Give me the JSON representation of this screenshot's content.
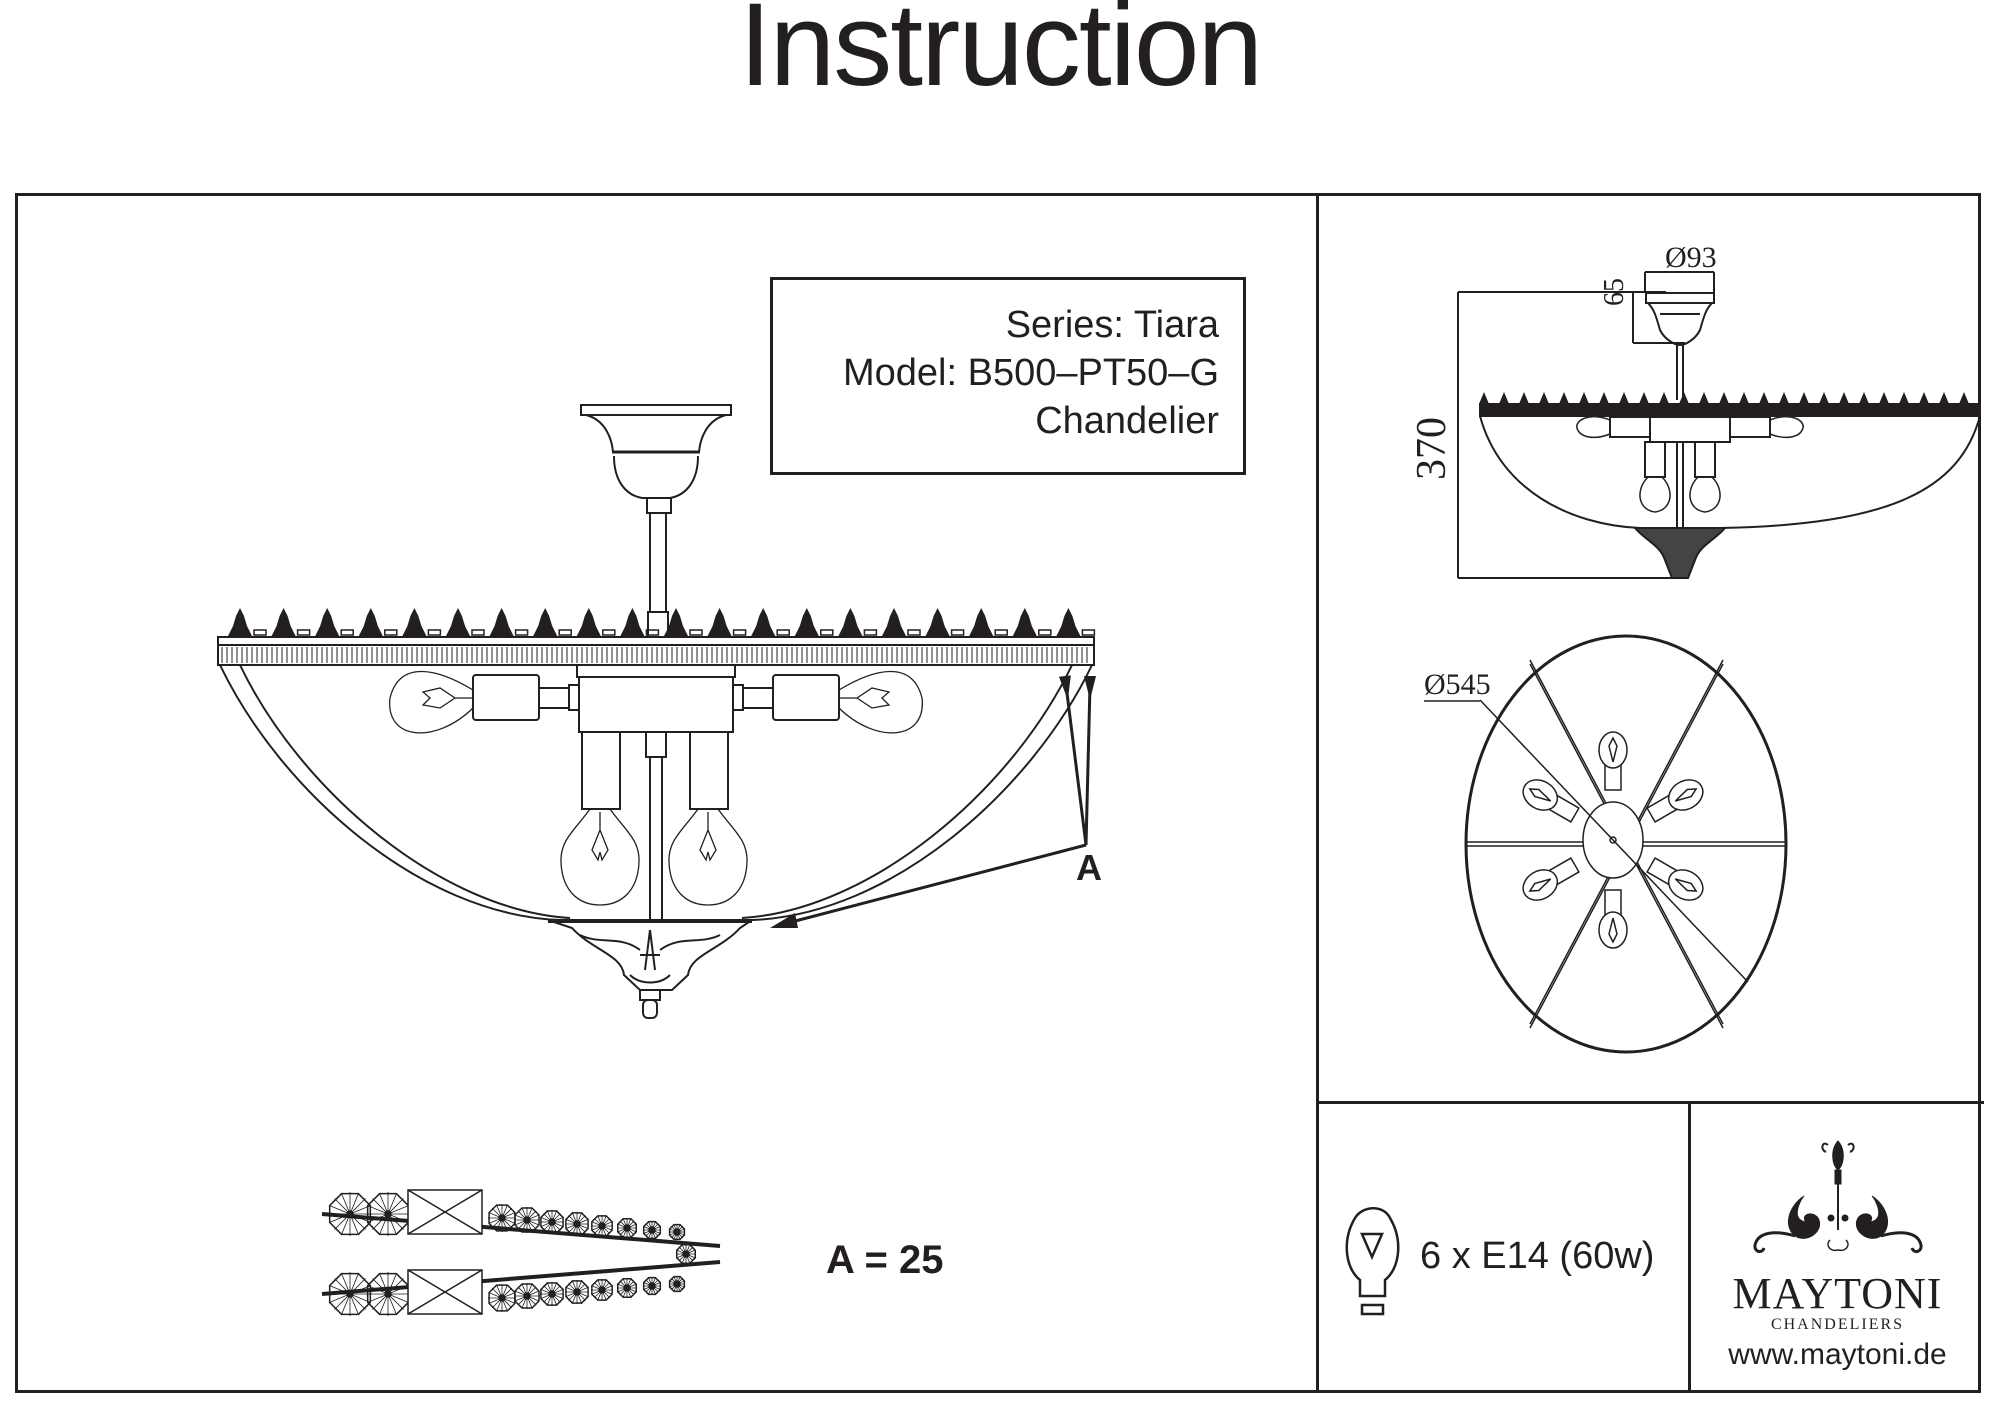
{
  "document": {
    "title": "Instruction"
  },
  "product": {
    "series_line": "Series: Tiara",
    "model_line": "Model: B500–PT50–G",
    "type_line": "Chandelier"
  },
  "front_view": {
    "callout_label": "A"
  },
  "crystal_strand": {
    "legend": "A = 25"
  },
  "dimensions": {
    "canopy_diameter": "Ø93",
    "canopy_height": "65",
    "total_height": "370",
    "shade_diameter": "Ø545"
  },
  "lamp": {
    "icon": "light-bulb-icon",
    "spec": "6 x E14 (60w)",
    "bulb_count": 6
  },
  "brand": {
    "logo_icon": "maytoni-ornament-icon",
    "name": "MAYTONI",
    "subtitle": "CHANDELIERS",
    "website": "www.maytoni.de"
  }
}
